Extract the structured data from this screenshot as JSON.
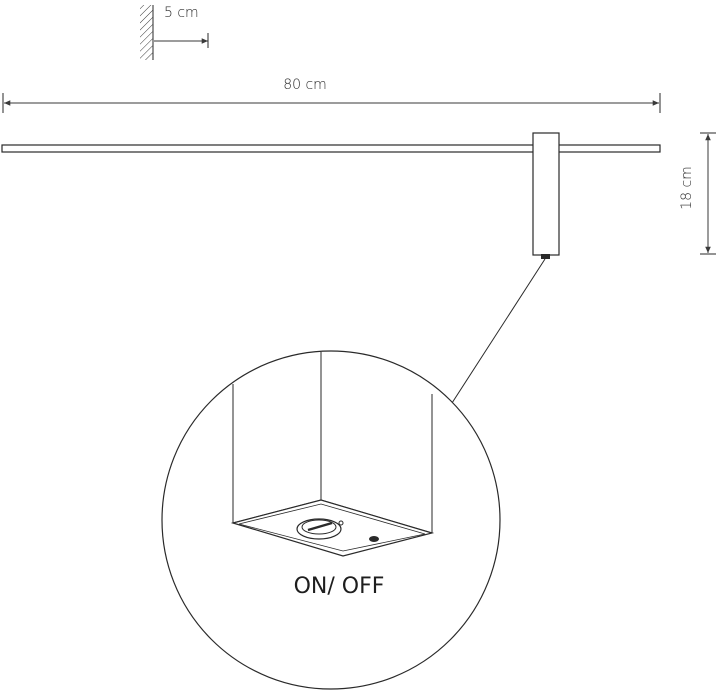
{
  "dimensions": {
    "wall_offset": "5 cm",
    "length": "80 cm",
    "height": "18 cm"
  },
  "detail": {
    "switch_label": "ON/ OFF"
  },
  "colors": {
    "line": "#2a2a2a",
    "background": "#ffffff"
  }
}
